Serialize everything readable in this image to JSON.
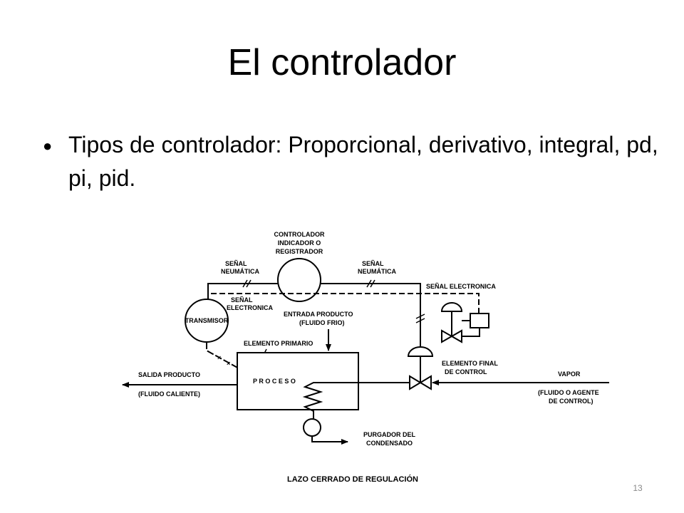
{
  "slide": {
    "title": "El controlador",
    "bullet": "Tipos de controlador: Proporcional, derivativo, integral, pd, pi, pid.",
    "page_number": "13"
  },
  "diagram": {
    "controller_line1": "CONTROLADOR",
    "controller_line2": "INDICADOR O",
    "controller_line3": "REGISTRADOR",
    "pneumatic_left_line1": "SEÑAL",
    "pneumatic_left_line2": "NEUMÁTICA",
    "pneumatic_right_line1": "SEÑAL",
    "pneumatic_right_line2": "NEUMÁTICA",
    "electronic_right": "SEÑAL ELECTRONICA",
    "electronic_left_line1": "SEÑAL",
    "electronic_left_line2": "ELECTRONICA",
    "transmitter": "TRANSMISOR",
    "inlet_line1": "ENTRADA PRODUCTO",
    "inlet_line2": "(FLUIDO FRIO)",
    "primary_element": "ELEMENTO PRIMARIO",
    "outlet_line1": "SALIDA PRODUCTO",
    "outlet_line2": "(FLUIDO CALIENTE)",
    "process": "P R O C E S O",
    "final_element_line1": "ELEMENTO FINAL",
    "final_element_line2": "DE CONTROL",
    "steam": "VAPOR",
    "steam_note_line1": "(FLUIDO O AGENTE",
    "steam_note_line2": "DE CONTROL)",
    "drain_line1": "PURGADOR DEL",
    "drain_line2": "CONDENSADO",
    "caption": "LAZO CERRADO DE REGULACIÓN"
  }
}
